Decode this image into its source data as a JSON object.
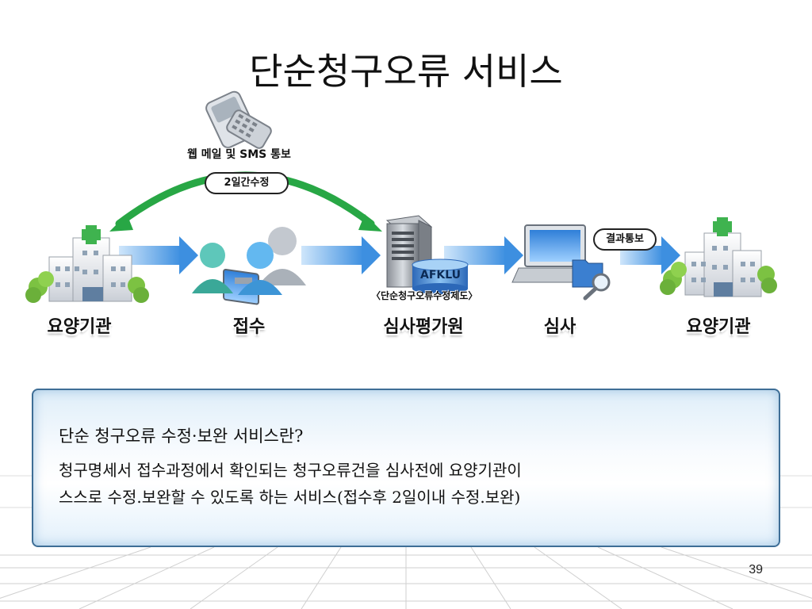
{
  "slide": {
    "title": "단순청구오류 서비스",
    "page_number": "39"
  },
  "diagram": {
    "notify_label": "웹 메일 및 SMS 통보",
    "correction_pill": "2일간수정",
    "result_pill": "결과통보",
    "afklu_label": "AFKLU",
    "afklu_sub": "〈단순청구오류수정제도〉",
    "nodes": [
      {
        "label": "요양기관",
        "icon": "hospital-icon"
      },
      {
        "label": "접수",
        "icon": "reception-staff-icon"
      },
      {
        "label": "심사평가원",
        "icon": "server-icon"
      },
      {
        "label": "심사",
        "icon": "laptop-review-icon"
      },
      {
        "label": "요양기관",
        "icon": "hospital-icon"
      }
    ],
    "colors": {
      "flow_arrow": "#3d8fe0",
      "return_arrow": "#28a745",
      "box_border": "#3e6e96"
    }
  },
  "info": {
    "heading": "단순 청구오류 수정·보완 서비스란?",
    "line1": "청구명세서 접수과정에서 확인되는 청구오류건을 심사전에 요양기관이",
    "line2": "스스로 수정.보완할 수 있도록 하는 서비스(접수후 2일이내 수정.보완)"
  }
}
